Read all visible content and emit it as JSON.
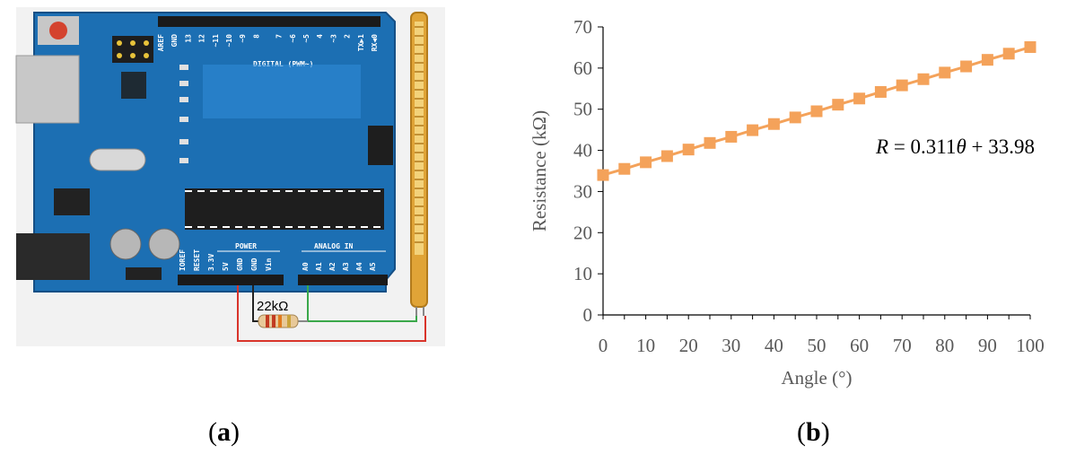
{
  "captions": {
    "a": "a",
    "b": "b"
  },
  "circuit": {
    "digital_header": "DIGITAL (PWM~)",
    "digital_pins": [
      "AREF",
      "GND",
      "13",
      "12",
      "~11",
      "~10",
      "~9",
      "8",
      "7",
      "~6",
      "~5",
      "4",
      "~3",
      "2",
      "TX▶1",
      "RX◀0"
    ],
    "power_header": "POWER",
    "analog_header": "ANALOG IN",
    "power_pins": [
      "IOREF",
      "RESET",
      "3.3V",
      "5V",
      "GND",
      "GND",
      "Vin"
    ],
    "analog_pins": [
      "A0",
      "A1",
      "A2",
      "A3",
      "A4",
      "A5"
    ],
    "resistor_label": "22kΩ",
    "colors": {
      "board": "#1c6fb3",
      "board_dark": "#1a4f8a",
      "sensor_gold": "#e0a437",
      "wire_red": "#d9342b",
      "wire_green": "#3aa84a",
      "wire_black": "#222222"
    }
  },
  "chart_data": {
    "type": "line",
    "x": [
      0,
      5,
      10,
      15,
      20,
      25,
      30,
      35,
      40,
      45,
      50,
      55,
      60,
      65,
      70,
      75,
      80,
      85,
      90,
      95,
      100
    ],
    "series": [
      {
        "values": [
          34.0,
          35.5,
          37.1,
          38.6,
          40.2,
          41.8,
          43.3,
          44.9,
          46.4,
          48.0,
          49.5,
          51.1,
          52.6,
          54.2,
          55.8,
          57.3,
          58.9,
          60.4,
          62.0,
          63.5,
          65.1
        ],
        "color": "#f4a25a",
        "marker": "square"
      }
    ],
    "xlabel": "Angle (°)",
    "ylabel": "Resistance (kΩ)",
    "xlim": [
      0,
      100
    ],
    "ylim": [
      0,
      70
    ],
    "x_ticks": [
      "0",
      "10",
      "20",
      "30",
      "40",
      "50",
      "60",
      "70",
      "80",
      "90",
      "100"
    ],
    "y_ticks": [
      "0",
      "10",
      "20",
      "30",
      "40",
      "50",
      "60",
      "70"
    ],
    "equation": {
      "lhs": "R",
      "rhs_prefix": " = 0.311",
      "symbol": "θ",
      "rhs_suffix": " + 33.98"
    },
    "grid": false
  }
}
